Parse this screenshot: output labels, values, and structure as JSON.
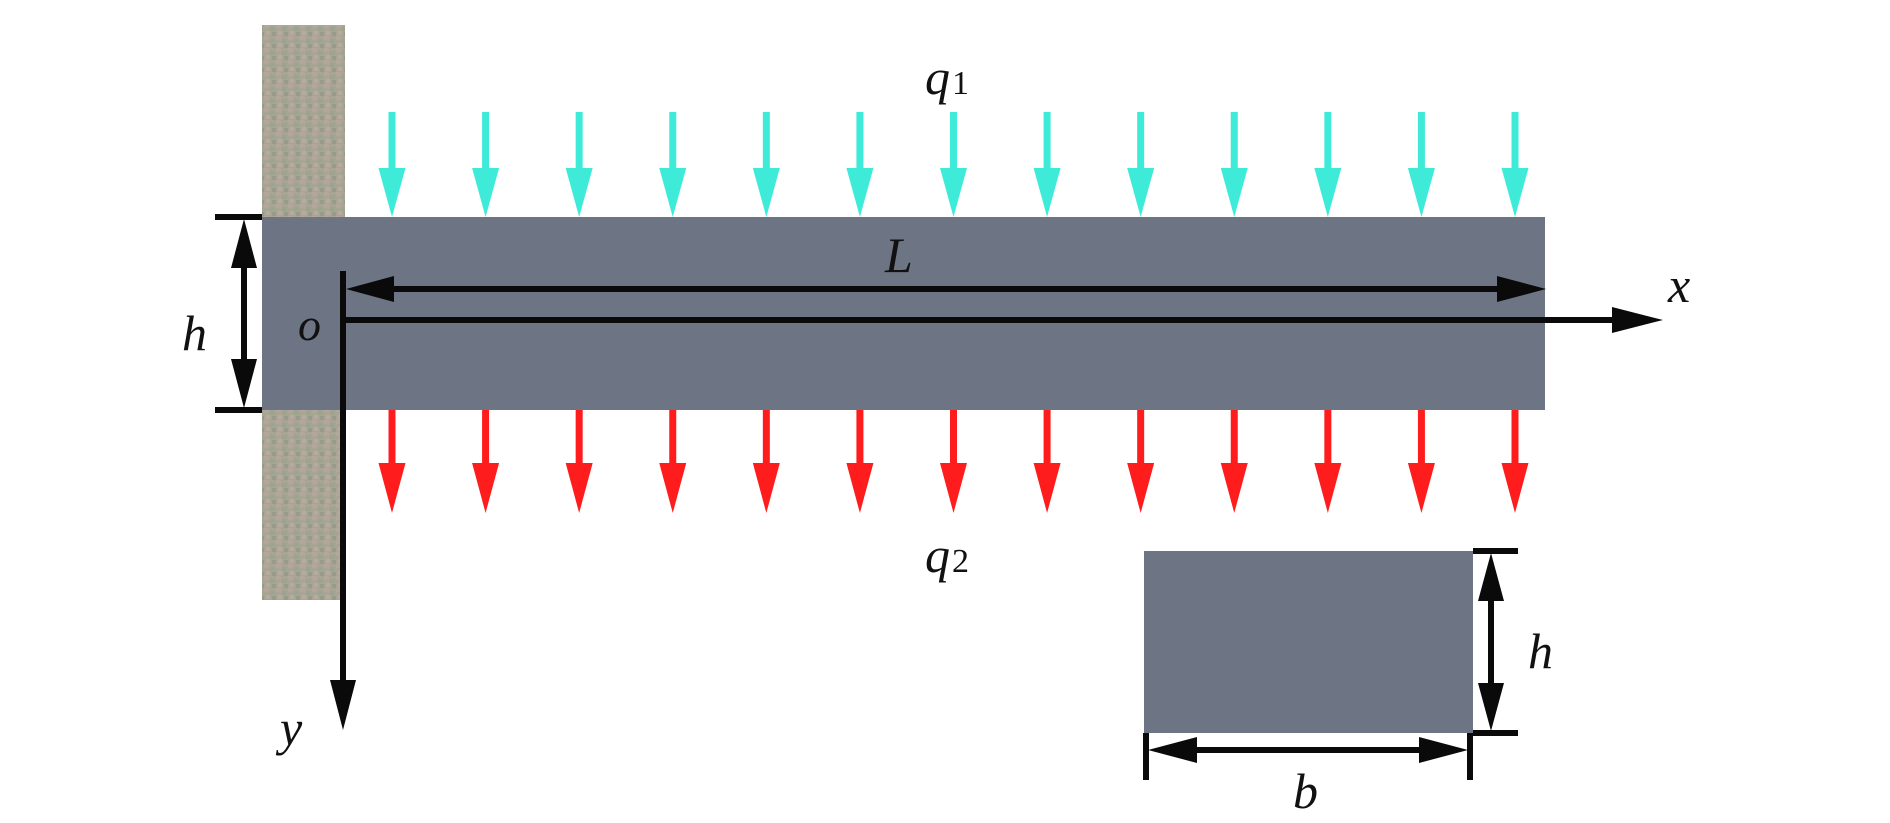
{
  "title": "Cantilever beam under distributed loads q1 and q2",
  "colors": {
    "beam": "#6d7483",
    "wall": "#a7a293",
    "load_top": "#3eebd9",
    "load_bottom": "#ff1c1c",
    "dimension": "#0a0a0a",
    "background": "#ffffff"
  },
  "labels": {
    "q1_main": "q",
    "q1_sub": "1",
    "q2_main": "q",
    "q2_sub": "2",
    "length": "L",
    "height_left": "h",
    "origin": "o",
    "x_axis": "x",
    "y_axis": "y",
    "section_height": "h",
    "section_width": "b"
  },
  "loads": {
    "top": {
      "name": "q1",
      "direction": "down",
      "arrow_count": 13
    },
    "bottom": {
      "name": "q2",
      "direction": "down",
      "arrow_count": 13
    }
  },
  "support": "fixed wall (left end)",
  "cross_section": "rectangular b × h"
}
